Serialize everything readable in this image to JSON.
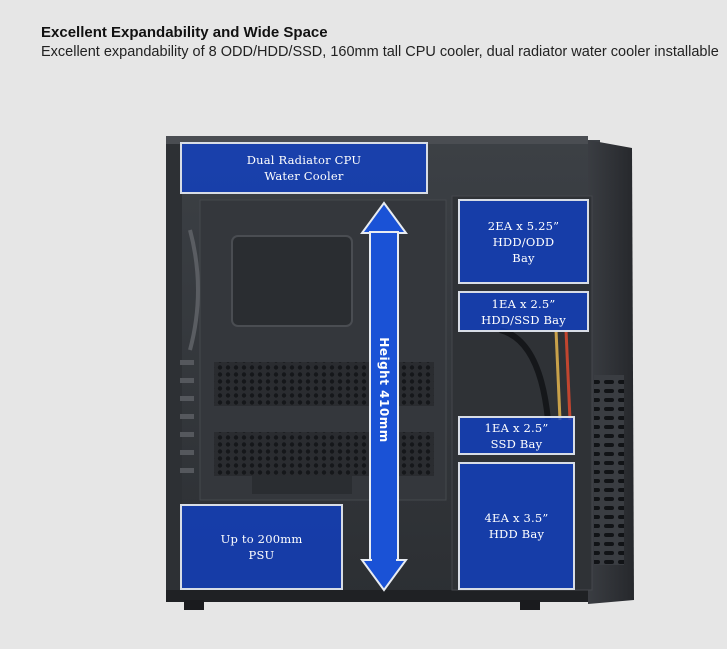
{
  "header": {
    "title": "Excellent Expandability and Wide Space",
    "subtitle": "Excellent expandability of 8 ODD/HDD/SSD, 160mm tall CPU cooler, dual radiator water cooler installable"
  },
  "callouts": {
    "radiator": "Dual Radiator CPU\nWater Cooler",
    "odd_bay": "2EA x 5.25”\nHDD/ODD\nBay",
    "hdd_ssd_bay": "1EA x 2.5”\nHDD/SSD  Bay",
    "ssd_bay": "1EA x 2.5”\nSSD Bay",
    "hdd_bay": "4EA x 3.5”\nHDD Bay",
    "psu": "Up to 200mm\nPSU"
  },
  "height_label": "Height 410mm",
  "colors": {
    "callout_fill": "#1040c8",
    "callout_border": "#d8dde6",
    "background": "#e6e6e6"
  }
}
